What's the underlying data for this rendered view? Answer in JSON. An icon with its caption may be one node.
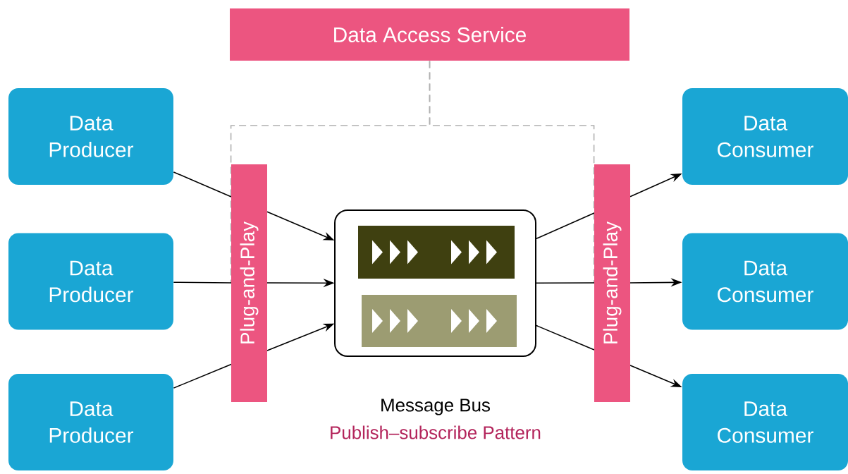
{
  "diagram": {
    "nodes": [
      {
        "text": [
          "Data Access Service"
        ]
      },
      {
        "text": [
          "Data Producer"
        ]
      },
      {
        "text": [
          "Data Producer"
        ]
      },
      {
        "text": [
          "Data Producer"
        ]
      },
      {
        "text": [
          "Plug-and-Play"
        ]
      },
      {
        "text": [],
        "shape": "box",
        "beside": [
          "Message Bus",
          "Publish–subscribe Pattern"
        ]
      },
      {
        "text": [
          "Plug-and-Play"
        ]
      },
      {
        "text": [
          "Data Consumer"
        ]
      },
      {
        "text": [
          "Data Consumer"
        ]
      },
      {
        "text": [
          "Data Consumer"
        ]
      }
    ],
    "edges": [
      {
        "from": 0,
        "to": 4,
        "arrow": "none",
        "style": "dashed",
        "color": "#b0b0b0"
      },
      {
        "from": 0,
        "to": 6,
        "arrow": "none",
        "style": "dashed",
        "color": "#b0b0b0"
      },
      {
        "from": 1,
        "to": 4,
        "arrow": "none"
      },
      {
        "from": 2,
        "to": 4,
        "arrow": "none"
      },
      {
        "from": 3,
        "to": 4,
        "arrow": "none"
      },
      {
        "from": 4,
        "to": 5,
        "arrow": "to"
      },
      {
        "from": 4,
        "to": 5,
        "arrow": "to"
      },
      {
        "from": 4,
        "to": 5,
        "arrow": "to"
      },
      {
        "from": 5,
        "to": 6,
        "arrow": "none"
      },
      {
        "from": 5,
        "to": 6,
        "arrow": "none"
      },
      {
        "from": 5,
        "to": 6,
        "arrow": "none"
      },
      {
        "from": 6,
        "to": 7,
        "arrow": "to"
      },
      {
        "from": 6,
        "to": 8,
        "arrow": "to"
      },
      {
        "from": 6,
        "to": 9,
        "arrow": "to"
      }
    ]
  }
}
